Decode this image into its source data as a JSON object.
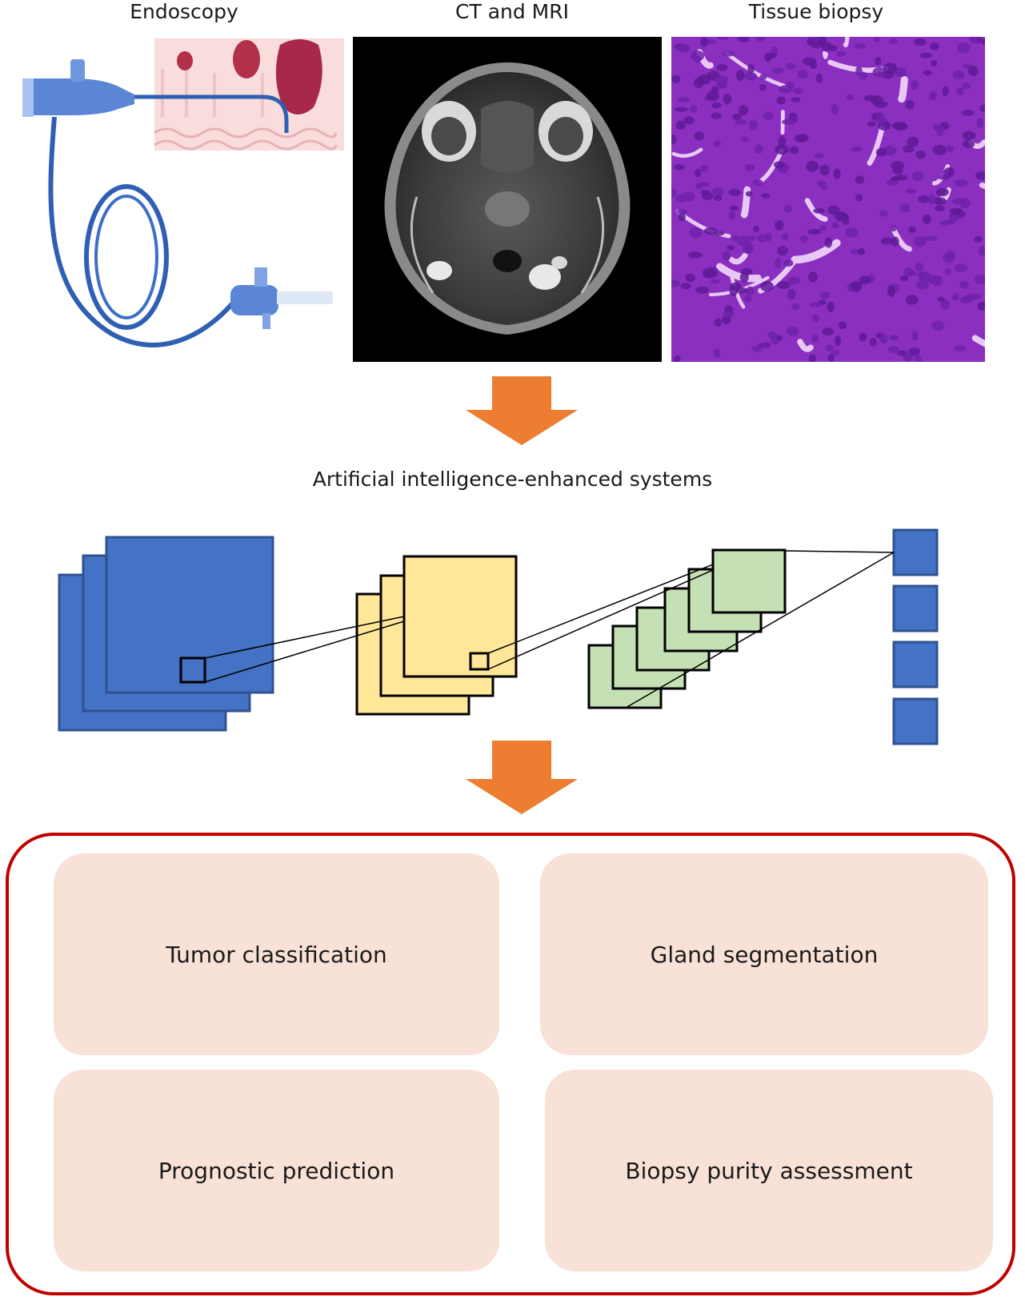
{
  "inputs": [
    {
      "label": "Endoscopy"
    },
    {
      "label": "CT and MRI"
    },
    {
      "label": "Tissue biopsy"
    }
  ],
  "ai_title": "Artificial intelligence-enhanced systems",
  "tasks": [
    {
      "label": "Tumor classification"
    },
    {
      "label": "Gland segmentation"
    },
    {
      "label": "Prognostic prediction"
    },
    {
      "label": "Biopsy purity assessment"
    }
  ],
  "colors": {
    "arrow": "#ed7d31",
    "blue_layer": "#4472c4",
    "yellow_layer": "#ffe699",
    "green_layer": "#c5e0b4",
    "task_box": "#f8e1d6",
    "outer_border": "#c00000",
    "scope": "#2f5fb3"
  }
}
